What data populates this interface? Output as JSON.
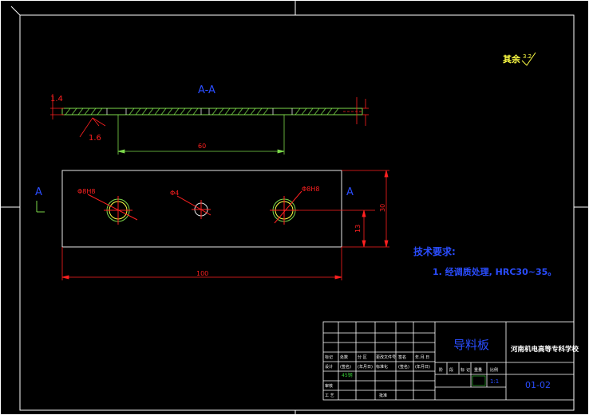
{
  "colors": {
    "background": "#000000",
    "frame": "#ffffff",
    "dimension": "#ff2020",
    "label": "#2a4dff",
    "geometry": "#e6e6e6",
    "hatch": "#7cd94a",
    "notes": "#ffff44",
    "title_cyan": "#3fd0e6",
    "title_green": "#33cc33"
  },
  "roughness": {
    "label": "其余",
    "value": "3.2"
  },
  "section": {
    "label": "A-A",
    "thickness_label": "1.4",
    "step_label": "1.6",
    "hole_spacing": "60"
  },
  "view": {
    "cut_marker": "A",
    "hole_left_label": "Φ8H8",
    "hole_mid_label": "Φ4",
    "hole_right_label": "Φ8H8",
    "height_label": "30",
    "offset_label": "13",
    "length_label": "100"
  },
  "notes": {
    "title": "技术要求:",
    "item1": "1. 经调质处理, HRC30~35。"
  },
  "title_block": {
    "part_name": "导料板",
    "school": "河南机电高等专科学校",
    "drawing_no": "01-02",
    "material": "45钢",
    "scale": "1:1",
    "row_labels": [
      "标记",
      "处数",
      "分 区",
      "更改文件号",
      "签名",
      "年.月.日"
    ],
    "row_labels2": [
      "设计",
      "(签名)",
      "(年月日)",
      "标准化",
      "(签名)",
      "(年月日)"
    ],
    "stage_labels": [
      "阶",
      "段",
      "标",
      "记",
      "重量",
      "比例"
    ],
    "review": "审核",
    "process": "工 艺",
    "approve": "批准"
  }
}
